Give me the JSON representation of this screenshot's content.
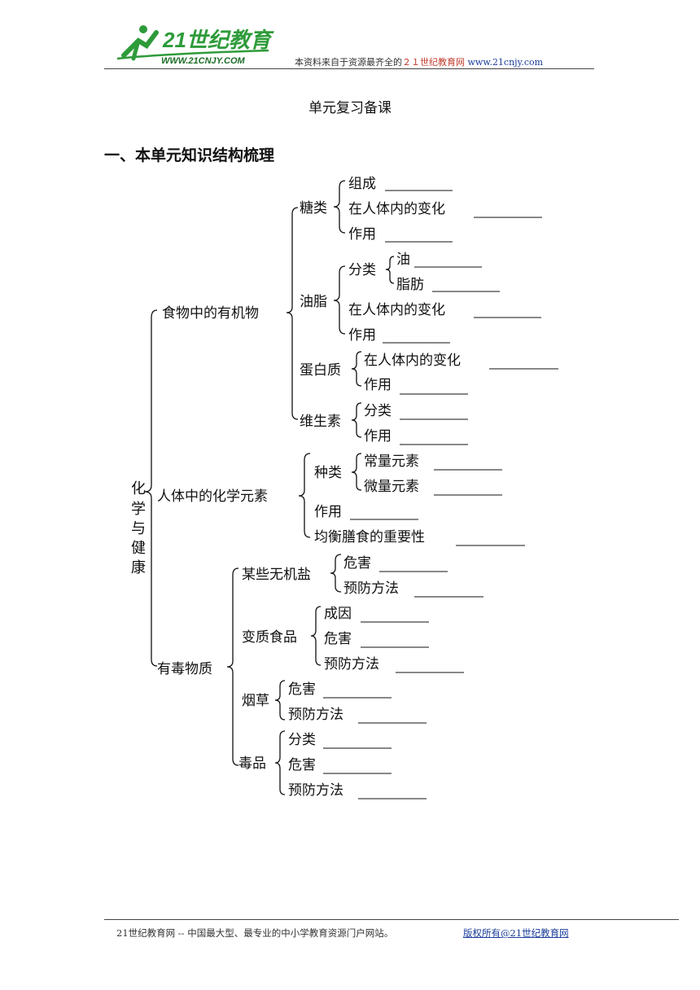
{
  "header": {
    "logo_text": "21世纪教育",
    "logo_url": "WWW.21CNJY.COM",
    "note_prefix": "本资料来自于资源最齐全的",
    "note_brand": "２１世纪教育网",
    "note_url": "www.21cnjy.com"
  },
  "doc": {
    "title": "单元复习备课",
    "section": "一、本单元知识结构梳理"
  },
  "tree": {
    "root": "化学与健康",
    "n_food": "食物中的有机物",
    "n_sugar": "糖类",
    "l_sugar_1": "组成",
    "l_sugar_2": "在人体内的变化",
    "l_sugar_3": "作用",
    "n_fat": "油脂",
    "n_fat_cls": "分类",
    "l_fat_oil": "油",
    "l_fat_fat": "脂肪",
    "l_fat_2": "在人体内的变化",
    "l_fat_3": "作用",
    "n_prot": "蛋白质",
    "l_prot_1": "在人体内的变化",
    "l_prot_2": "作用",
    "n_vit": "维生素",
    "l_vit_1": "分类",
    "l_vit_2": "作用",
    "n_elem": "人体中的化学元素",
    "n_kind": "种类",
    "l_kind_1": "常量元素",
    "l_kind_2": "微量元素",
    "l_elem_2": "作用",
    "l_elem_3": "均衡膳食的重要性",
    "n_tox": "有毒物质",
    "n_salt": "某些无机盐",
    "l_salt_1": "危害",
    "l_salt_2": "预防方法",
    "n_spoil": "变质食品",
    "l_spoil_1": "成因",
    "l_spoil_2": "危害",
    "l_spoil_3": "预防方法",
    "n_tob": "烟草",
    "l_tob_1": "危害",
    "l_tob_2": "预防方法",
    "n_drug": "毒品",
    "l_drug_1": "分类",
    "l_drug_2": "危害",
    "l_drug_3": "预防方法"
  },
  "footer": {
    "left": "21世纪教育网 -- 中国最大型、最专业的中小学教育资源门户网站。",
    "right": "版权所有@21世纪教育网"
  },
  "colors": {
    "logo_green": "#2e9b3a",
    "link_blue": "#1a3c9a",
    "brand_red": "#c0392b"
  }
}
